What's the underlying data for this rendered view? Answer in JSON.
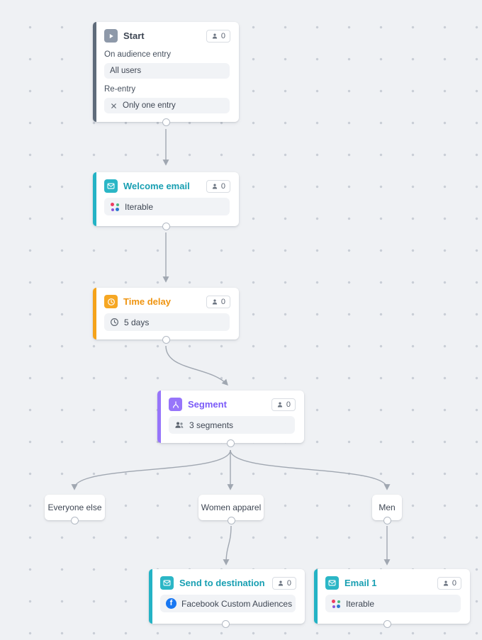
{
  "colors": {
    "canvas_bg": "#eff1f4",
    "canvas_dot": "#c9ced6",
    "connector": "#a0a7b1",
    "start_accent": "#5f6b7a",
    "email_accent": "#24b3c5",
    "delay_accent": "#f5a31a",
    "segment_accent": "#9775fa",
    "facebook_blue": "#1877f2"
  },
  "icons": {
    "facebook_glyph": "f"
  },
  "nodes": {
    "start": {
      "title": "Start",
      "badge": "0",
      "entry_label": "On audience entry",
      "entry_value": "All users",
      "reentry_label": "Re-entry",
      "reentry_value": "Only one entry"
    },
    "welcome_email": {
      "title": "Welcome email",
      "badge": "0",
      "channel": "Iterable"
    },
    "time_delay": {
      "title": "Time delay",
      "badge": "0",
      "duration": "5 days"
    },
    "segment": {
      "title": "Segment",
      "badge": "0",
      "summary": "3 segments"
    },
    "send_to_destination": {
      "title": "Send to destination",
      "badge": "0",
      "destination": "Facebook Custom Audiences"
    },
    "email_1": {
      "title": "Email 1",
      "badge": "0",
      "channel": "Iterable"
    }
  },
  "branches": [
    {
      "label": "Everyone else"
    },
    {
      "label": "Women apparel"
    },
    {
      "label": "Men"
    }
  ]
}
